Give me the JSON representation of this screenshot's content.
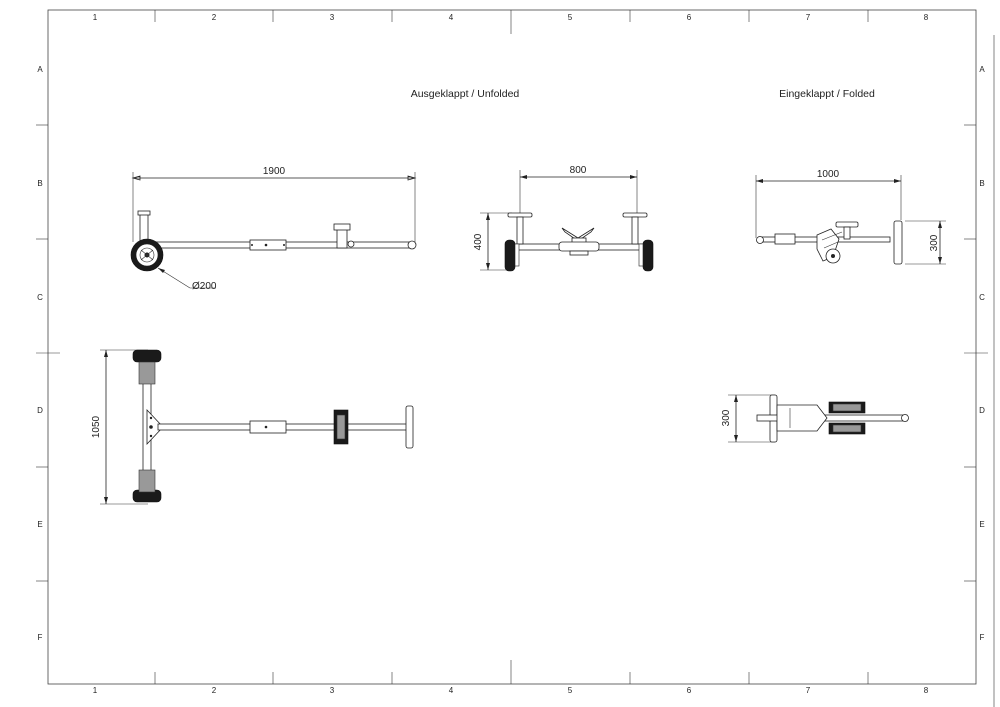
{
  "grid": {
    "columns": [
      "1",
      "2",
      "3",
      "4",
      "5",
      "6",
      "7",
      "8"
    ],
    "rows": [
      "A",
      "B",
      "C",
      "D",
      "E",
      "F"
    ]
  },
  "views": {
    "unfolded_title": "Ausgeklappt / Unfolded",
    "folded_title": "Eingeklappt / Folded"
  },
  "dimensions": {
    "unfolded_side_length": "1900",
    "wheel_diameter": "Ø200",
    "front_width": "800",
    "front_height": "400",
    "top_width": "1050",
    "folded_length": "1000",
    "folded_height": "300",
    "folded_top_width": "300"
  }
}
